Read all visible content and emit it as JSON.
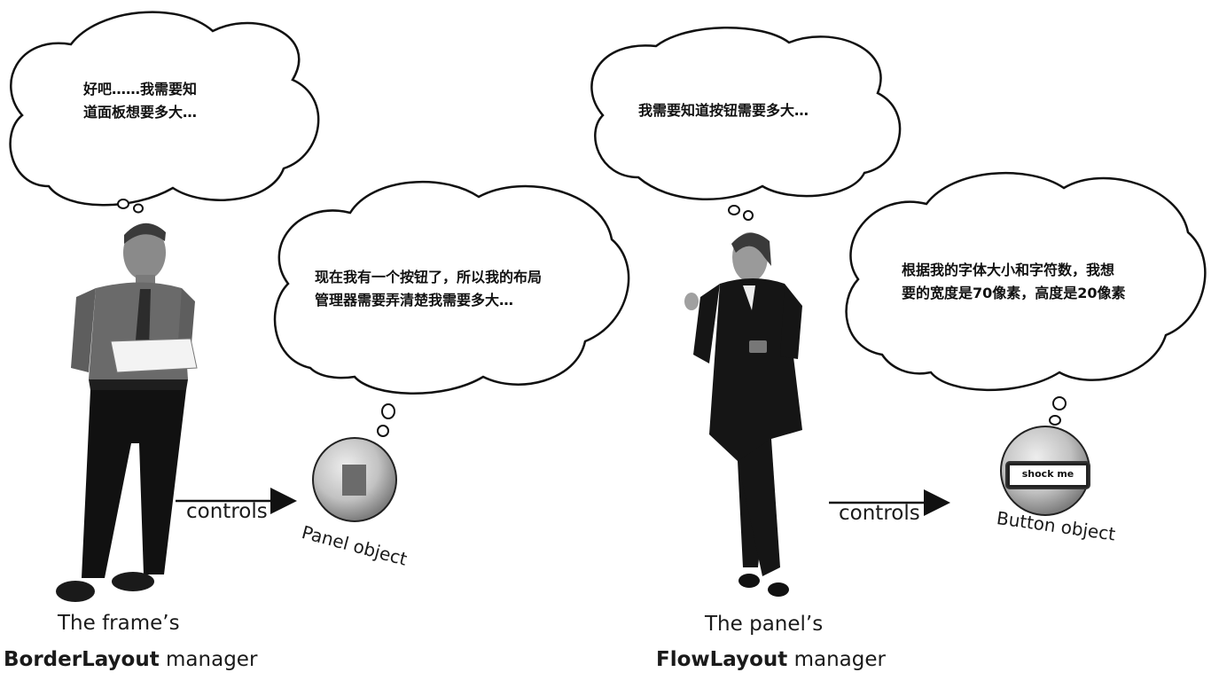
{
  "bubbles": {
    "frame_thought": [
      "好吧……我需要知",
      "道面板想要多大…"
    ],
    "panel_thought": [
      "现在我有一个按钮了，所以我的布局",
      "管理器需要弄清楚我需要多大…"
    ],
    "flow_thought": [
      "我需要知道按钮需要多大…"
    ],
    "button_thought": [
      "根据我的字体大小和字符数，我想",
      "要的宽度是70像素，高度是20像素"
    ]
  },
  "left": {
    "arrow_label": "controls",
    "object_label": "Panel object",
    "caption_line1": "The frame’s",
    "caption_bold": "BorderLayout",
    "caption_rest": "manager"
  },
  "right": {
    "arrow_label": "controls",
    "object_label": "Button object",
    "button_text": "shock me",
    "caption_line1": "The panel’s",
    "caption_bold": "FlowLayout",
    "caption_rest": "manager"
  },
  "icons": [
    "thought-cloud-icon",
    "man-figure-icon",
    "woman-figure-icon",
    "arrow-right-icon"
  ]
}
